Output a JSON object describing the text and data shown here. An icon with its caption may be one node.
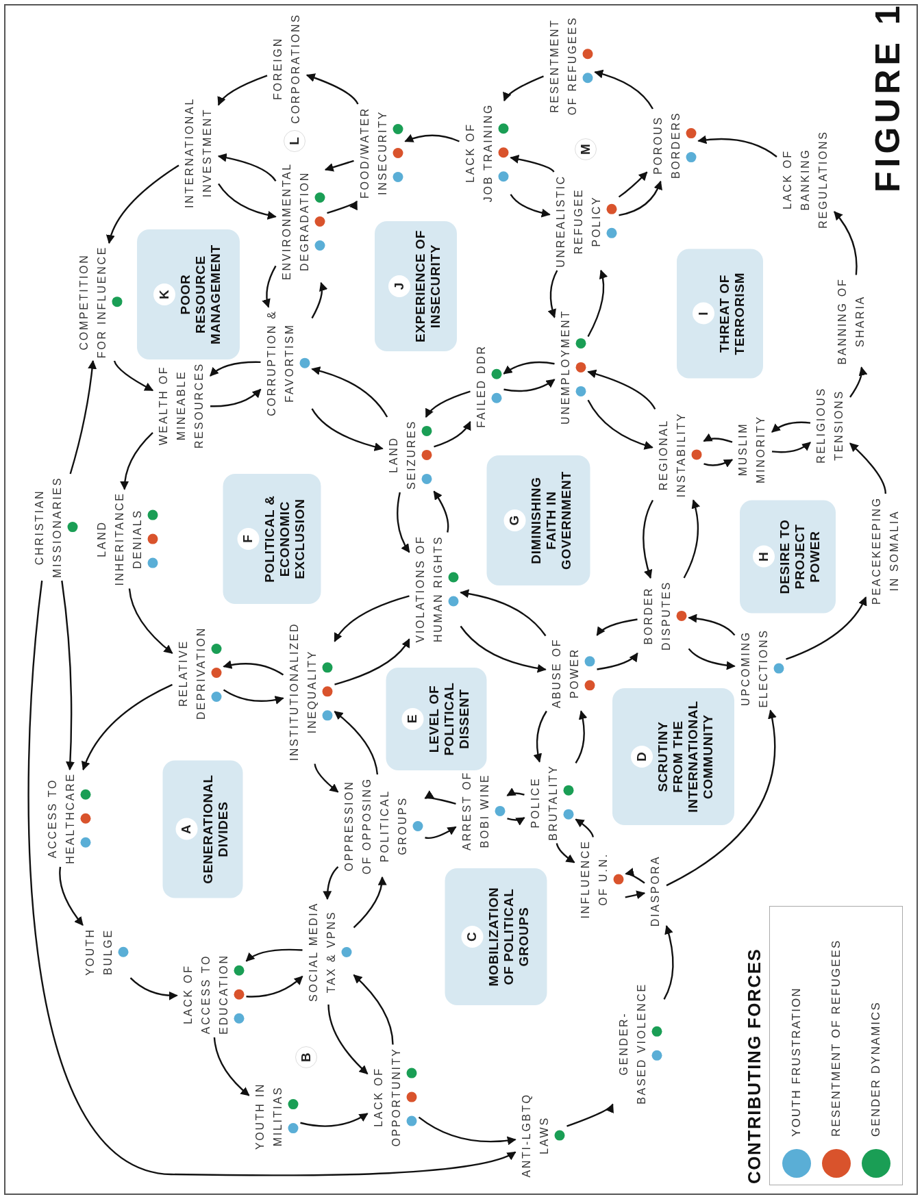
{
  "diagram": {
    "title": "FIGURE 1",
    "nodes": [
      {
        "text": [
          "FOREIGN CORPORATIONS"
        ]
      },
      {
        "text": [
          "INTERNATIONAL INVESTMENT"
        ]
      },
      {
        "text": [
          "FOOD/WATER INSECURITY"
        ]
      },
      {
        "text": [
          "ENVIRONMENTAL DEGRADATION"
        ]
      },
      {
        "text": [
          "COMPETITION FOR INFLUENCE"
        ]
      },
      {
        "text": [
          "CORRUPTION & FAVORTISM"
        ]
      },
      {
        "text": [
          "WEALTH OF MINEABLE RESOURCES"
        ]
      },
      {
        "text": [
          "CHRISTIAN MISSIONARIES"
        ]
      },
      {
        "text": [
          "LAND INHERITANCE DENIALS"
        ]
      },
      {
        "text": [
          "LAND SEIZURES"
        ]
      },
      {
        "text": [
          "FAILED DDR"
        ]
      },
      {
        "text": [
          "UNEMPLOYMENT"
        ]
      },
      {
        "text": [
          "LACK OF JOB TRAINING"
        ]
      },
      {
        "text": [
          "UNREALISTIC REFUGEE POLICY"
        ]
      },
      {
        "text": [
          "RESENTMENT OF REFUGEES"
        ]
      },
      {
        "text": [
          "POROUS BORDERS"
        ]
      },
      {
        "text": [
          "LACK OF BANKING REGULATIONS"
        ]
      },
      {
        "text": [
          "BANNING OF SHARIA"
        ]
      },
      {
        "text": [
          "RELIGIOUS TENSIONS"
        ]
      },
      {
        "text": [
          "MUSLIM MINORITY"
        ]
      },
      {
        "text": [
          "REGIONAL INSTABILITY"
        ]
      },
      {
        "text": [
          "PEACEKEEPING IN SOMALIA"
        ]
      },
      {
        "text": [
          "BORDER DISPUTES"
        ]
      },
      {
        "text": [
          "UPCOMING ELECTIONS"
        ]
      },
      {
        "text": [
          "ABUSE OF POWER"
        ]
      },
      {
        "text": [
          "VIOLATIONS OF HUMAN RIGHTS"
        ]
      },
      {
        "text": [
          "INSTITUTIONALIZED INEQUALITY"
        ]
      },
      {
        "text": [
          "RELATIVE DEPRIVATION"
        ]
      },
      {
        "text": [
          "ACCESS TO HEALTHCARE"
        ]
      },
      {
        "text": [
          "YOUTH BULGE"
        ]
      },
      {
        "text": [
          "LACK OF ACCESS TO EDUCATION"
        ]
      },
      {
        "text": [
          "YOUTH IN MILITIAS"
        ]
      },
      {
        "text": [
          "SOCIAL MEDIA TAX & VPNS"
        ]
      },
      {
        "text": [
          "LACK OF OPPORTUNITY"
        ]
      },
      {
        "text": [
          "OPPRESSION OF OPPOSING POLITICAL GROUPS"
        ]
      },
      {
        "text": [
          "ARREST OF BOBI WINE"
        ]
      },
      {
        "text": [
          "POLICE BRUTALITY"
        ]
      },
      {
        "text": [
          "INFLUENCE OF U.N."
        ]
      },
      {
        "text": [
          "DIASPORA"
        ]
      },
      {
        "text": [
          "GENDER- BASED VIOLENCE"
        ]
      },
      {
        "text": [
          "ANTI-LGBTQ LAWS"
        ]
      },
      {
        "text": [
          "K",
          "POOR RESOURCE MANAGEMENT"
        ]
      },
      {
        "text": [
          "J",
          "EXPERIENCE OF INSECURITY"
        ]
      },
      {
        "text": [
          "F",
          "POLITICAL & ECONOMIC EXCLUSION"
        ]
      },
      {
        "text": [
          "G",
          "DIMINISHING FAITH IN GOVERNMENT"
        ]
      },
      {
        "text": [
          "I",
          "THREAT OF TERRORISM"
        ]
      },
      {
        "text": [
          "H",
          "DESIRE TO PROJECT POWER"
        ]
      },
      {
        "text": [
          "E",
          "LEVEL OF POLITICAL DISSENT"
        ]
      },
      {
        "text": [
          "D",
          "SCRUTINY FROM THE INTERNATIONAL COMMUNITY"
        ]
      },
      {
        "text": [
          "A",
          "GENERATIONAL DIVIDES"
        ]
      },
      {
        "text": [
          "C",
          "MOBILIZATION OF POLITICAL GROUPS"
        ]
      },
      {
        "text": [
          "L"
        ]
      },
      {
        "text": [
          "M"
        ]
      },
      {
        "text": [
          "B"
        ]
      }
    ],
    "edges": [
      {
        "from": 0,
        "to": 1,
        "arrow": "to"
      },
      {
        "from": 2,
        "to": 0,
        "arrow": "to"
      },
      {
        "from": 1,
        "to": 4,
        "arrow": "to"
      },
      {
        "from": 3,
        "to": 1,
        "arrow": "to"
      },
      {
        "from": 1,
        "to": 3,
        "arrow": "to"
      },
      {
        "from": 2,
        "to": 3,
        "arrow": "to"
      },
      {
        "from": 3,
        "to": 2,
        "arrow": "to"
      },
      {
        "from": 12,
        "to": 2,
        "arrow": "to"
      },
      {
        "from": 3,
        "to": 5,
        "arrow": "to"
      },
      {
        "from": 5,
        "to": 3,
        "arrow": "to"
      },
      {
        "from": 5,
        "to": 6,
        "arrow": "to"
      },
      {
        "from": 4,
        "to": 6,
        "arrow": "to"
      },
      {
        "from": 7,
        "to": 4,
        "arrow": "to"
      },
      {
        "from": 9,
        "to": 5,
        "arrow": "to"
      },
      {
        "from": 6,
        "to": 8,
        "arrow": "to"
      },
      {
        "from": 6,
        "to": 5,
        "arrow": "to"
      },
      {
        "from": 5,
        "to": 9,
        "arrow": "to"
      },
      {
        "from": 9,
        "to": 25,
        "arrow": "to"
      },
      {
        "from": 25,
        "to": 9,
        "arrow": "to"
      },
      {
        "from": 7,
        "to": 28,
        "arrow": "to"
      },
      {
        "from": 8,
        "to": 27,
        "arrow": "to"
      },
      {
        "from": 27,
        "to": 28,
        "arrow": "to"
      },
      {
        "from": 26,
        "to": 27,
        "arrow": "to"
      },
      {
        "from": 27,
        "to": 26,
        "arrow": "to"
      },
      {
        "from": 25,
        "to": 26,
        "arrow": "to"
      },
      {
        "from": 26,
        "to": 25,
        "arrow": "to"
      },
      {
        "from": 34,
        "to": 26,
        "arrow": "to"
      },
      {
        "from": 26,
        "to": 34,
        "arrow": "to"
      },
      {
        "from": 7,
        "to": 40,
        "arrow": "to"
      },
      {
        "from": 24,
        "to": 25,
        "arrow": "to"
      },
      {
        "from": 25,
        "to": 24,
        "arrow": "to"
      },
      {
        "from": 14,
        "to": 12,
        "arrow": "to"
      },
      {
        "from": 15,
        "to": 14,
        "arrow": "to"
      },
      {
        "from": 13,
        "to": 12,
        "arrow": "to"
      },
      {
        "from": 12,
        "to": 13,
        "arrow": "to"
      },
      {
        "from": 13,
        "to": 15,
        "arrow": "to"
      },
      {
        "from": 13,
        "to": 15,
        "arrow": "to"
      },
      {
        "from": 16,
        "to": 15,
        "arrow": "to"
      },
      {
        "from": 17,
        "to": 16,
        "arrow": "to"
      },
      {
        "from": 13,
        "to": 11,
        "arrow": "to"
      },
      {
        "from": 11,
        "to": 13,
        "arrow": "to"
      },
      {
        "from": 11,
        "to": 10,
        "arrow": "to"
      },
      {
        "from": 20,
        "to": 11,
        "arrow": "to"
      },
      {
        "from": 18,
        "to": 17,
        "arrow": "to"
      },
      {
        "from": 10,
        "to": 9,
        "arrow": "to"
      },
      {
        "from": 9,
        "to": 10,
        "arrow": "to"
      },
      {
        "from": 10,
        "to": 11,
        "arrow": "to"
      },
      {
        "from": 11,
        "to": 20,
        "arrow": "to"
      },
      {
        "from": 19,
        "to": 20,
        "arrow": "to"
      },
      {
        "from": 20,
        "to": 19,
        "arrow": "to"
      },
      {
        "from": 19,
        "to": 18,
        "arrow": "to"
      },
      {
        "from": 18,
        "to": 19,
        "arrow": "to"
      },
      {
        "from": 20,
        "to": 22,
        "arrow": "to"
      },
      {
        "from": 22,
        "to": 20,
        "arrow": "to"
      },
      {
        "from": 21,
        "to": 18,
        "arrow": "to"
      },
      {
        "from": 22,
        "to": 24,
        "arrow": "to"
      },
      {
        "from": 24,
        "to": 22,
        "arrow": "to"
      },
      {
        "from": 23,
        "to": 22,
        "arrow": "to"
      },
      {
        "from": 22,
        "to": 23,
        "arrow": "to"
      },
      {
        "from": 23,
        "to": 21,
        "arrow": "to"
      },
      {
        "from": 38,
        "to": 23,
        "arrow": "to"
      },
      {
        "from": 24,
        "to": 36,
        "arrow": "to"
      },
      {
        "from": 36,
        "to": 24,
        "arrow": "to"
      },
      {
        "from": 35,
        "to": 34,
        "arrow": "to"
      },
      {
        "from": 34,
        "to": 35,
        "arrow": "to"
      },
      {
        "from": 36,
        "to": 35,
        "arrow": "to"
      },
      {
        "from": 35,
        "to": 36,
        "arrow": "to"
      },
      {
        "from": 36,
        "to": 37,
        "arrow": "to"
      },
      {
        "from": 37,
        "to": 36,
        "arrow": "to"
      },
      {
        "from": 37,
        "to": 38,
        "arrow": "to"
      },
      {
        "from": 38,
        "to": 37,
        "arrow": "to"
      },
      {
        "from": 39,
        "to": 38,
        "arrow": "to"
      },
      {
        "from": 40,
        "to": 39,
        "arrow": "to"
      },
      {
        "from": 33,
        "to": 40,
        "arrow": "to"
      },
      {
        "from": 31,
        "to": 33,
        "arrow": "to"
      },
      {
        "from": 30,
        "to": 31,
        "arrow": "to"
      },
      {
        "from": 29,
        "to": 30,
        "arrow": "to"
      },
      {
        "from": 28,
        "to": 29,
        "arrow": "to"
      },
      {
        "from": 32,
        "to": 30,
        "arrow": "to"
      },
      {
        "from": 30,
        "to": 32,
        "arrow": "to"
      },
      {
        "from": 33,
        "to": 32,
        "arrow": "to"
      },
      {
        "from": 32,
        "to": 33,
        "arrow": "to"
      },
      {
        "from": 34,
        "to": 32,
        "arrow": "to"
      },
      {
        "from": 32,
        "to": 34,
        "arrow": "to"
      }
    ],
    "labels": [
      "CONTRIBUTING FORCES"
    ],
    "legend": [
      {
        "text": "YOUTH FRUSTRATION",
        "color": "#5aaed6"
      },
      {
        "text": "RESENTMENT OF REFUGEES",
        "color": "#d9532c"
      },
      {
        "text": "GENDER DYNAMICS",
        "color": "#1a9e55"
      }
    ]
  }
}
